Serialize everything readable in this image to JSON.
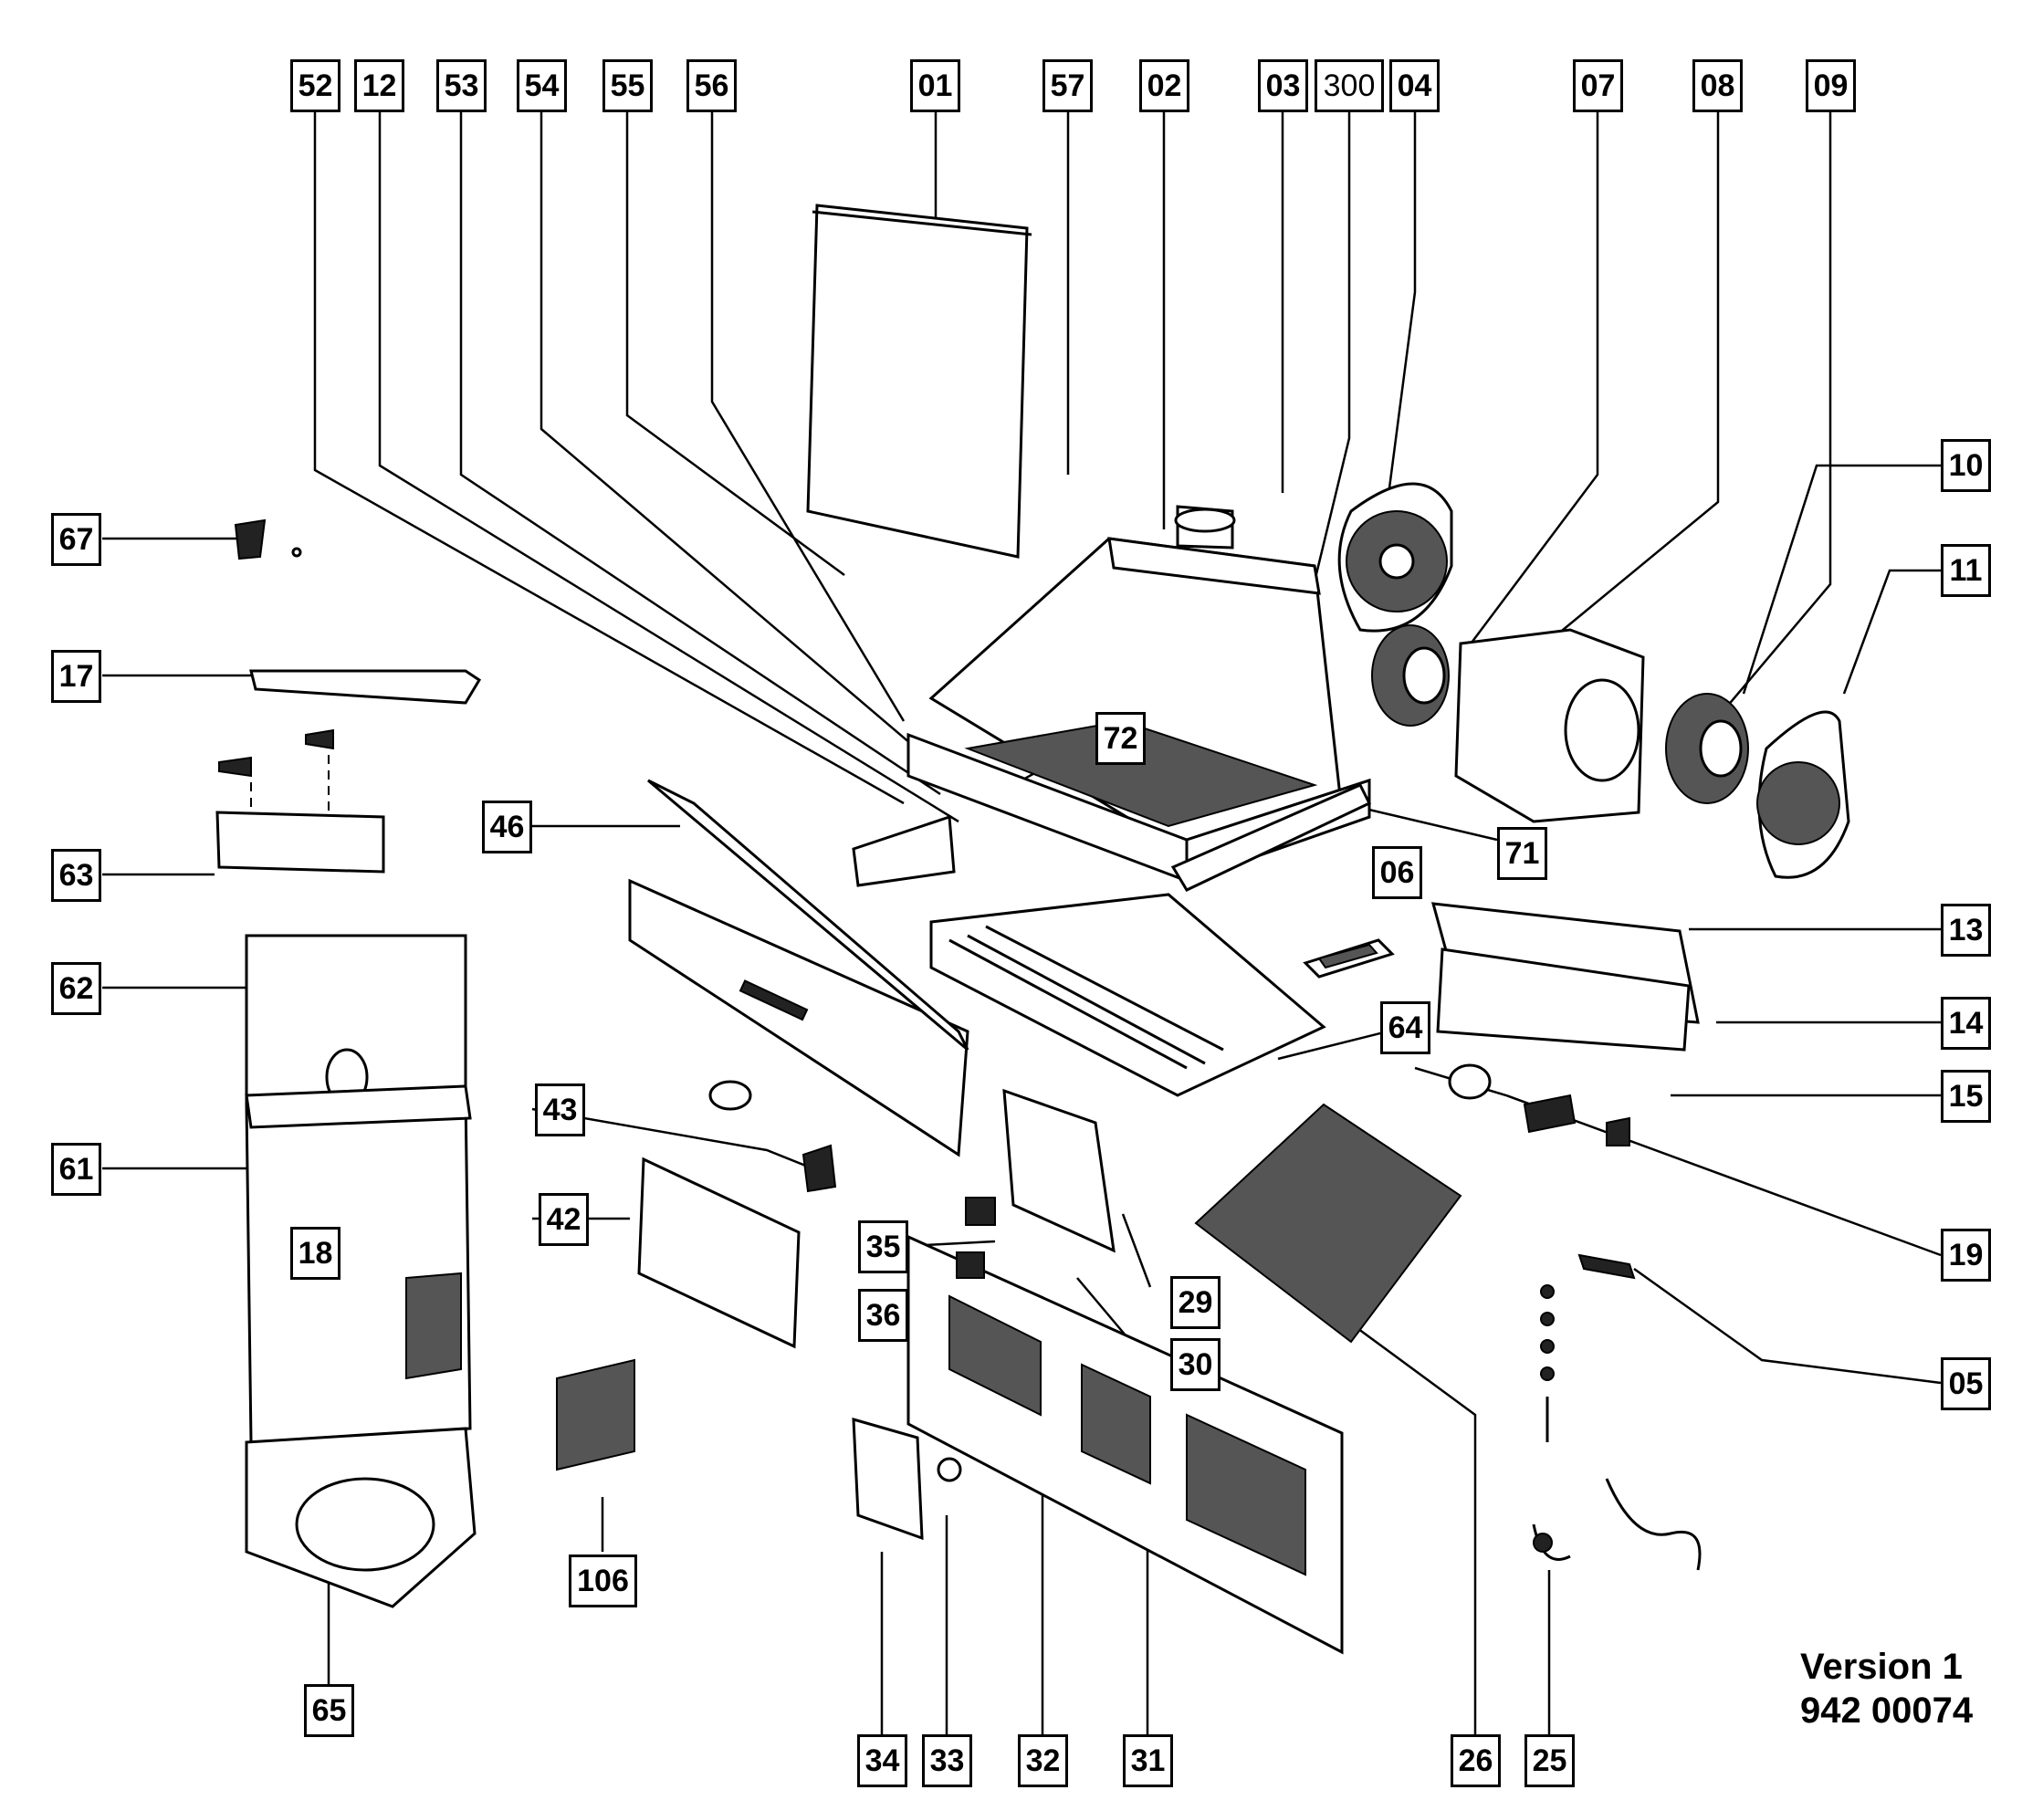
{
  "diagram": {
    "parts": [
      "52",
      "12",
      "53",
      "54",
      "55",
      "56",
      "01",
      "57",
      "02",
      "03",
      "300",
      "04",
      "07",
      "08",
      "09",
      "10",
      "11",
      "67",
      "17",
      "63",
      "62",
      "61",
      "18",
      "46",
      "72",
      "71",
      "06",
      "13",
      "14",
      "15",
      "64",
      "43",
      "42",
      "35",
      "36",
      "29",
      "30",
      "19",
      "05",
      "65",
      "106",
      "34",
      "33",
      "32",
      "31",
      "26",
      "25"
    ],
    "version_line1": "Version 1",
    "version_line2": "942 00074"
  }
}
